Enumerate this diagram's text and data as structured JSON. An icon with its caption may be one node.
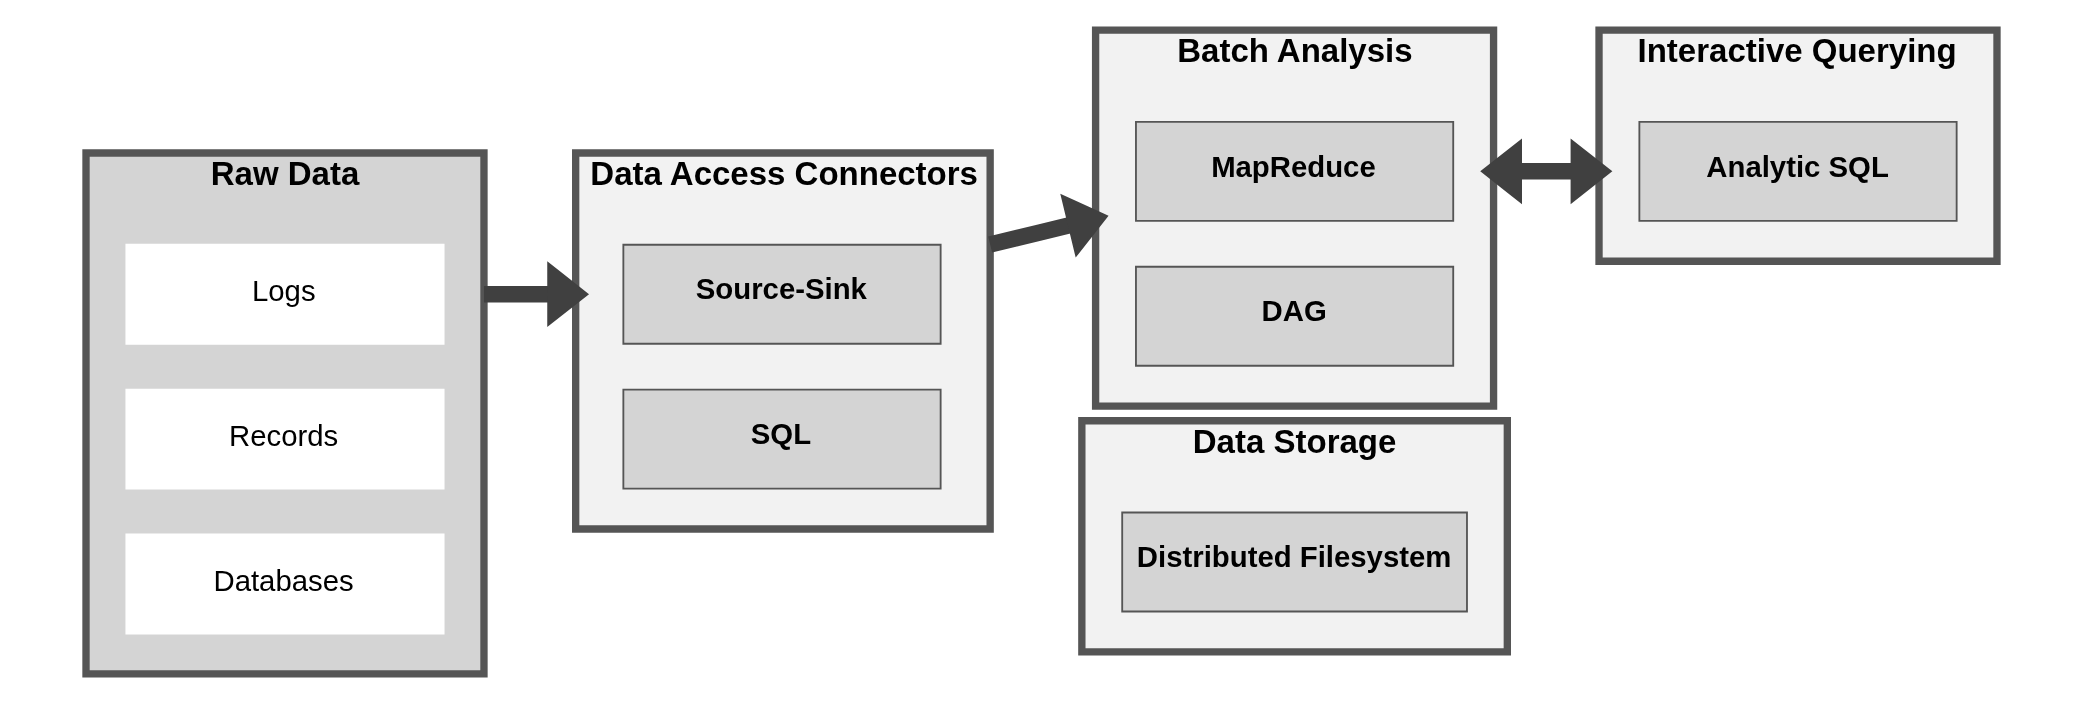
{
  "diagram": {
    "nodes": [
      {
        "text": [
          "Raw Data"
        ]
      },
      {
        "text": [
          "Logs"
        ],
        "in": 0
      },
      {
        "text": [
          "Records"
        ],
        "in": 0
      },
      {
        "text": [
          "Databases"
        ],
        "in": 0
      },
      {
        "text": [
          "Data Access Connectors"
        ]
      },
      {
        "text": [
          "Source-Sink"
        ],
        "in": 4
      },
      {
        "text": [
          "SQL"
        ],
        "in": 4
      },
      {
        "text": [
          "Batch Analysis"
        ]
      },
      {
        "text": [
          "MapReduce"
        ],
        "in": 7
      },
      {
        "text": [
          "DAG"
        ],
        "in": 7
      },
      {
        "text": [
          "Interactive Querying"
        ]
      },
      {
        "text": [
          "Analytic SQL"
        ],
        "in": 10
      },
      {
        "text": [
          "Data Storage"
        ]
      },
      {
        "text": [
          "Distributed Filesystem"
        ],
        "in": 12
      }
    ],
    "edges": [
      {
        "from": 0,
        "to": 4,
        "arrow": "to"
      },
      {
        "from": 4,
        "to": 7,
        "arrow": "to"
      },
      {
        "from": 7,
        "to": 10,
        "arrow": "both"
      }
    ]
  }
}
